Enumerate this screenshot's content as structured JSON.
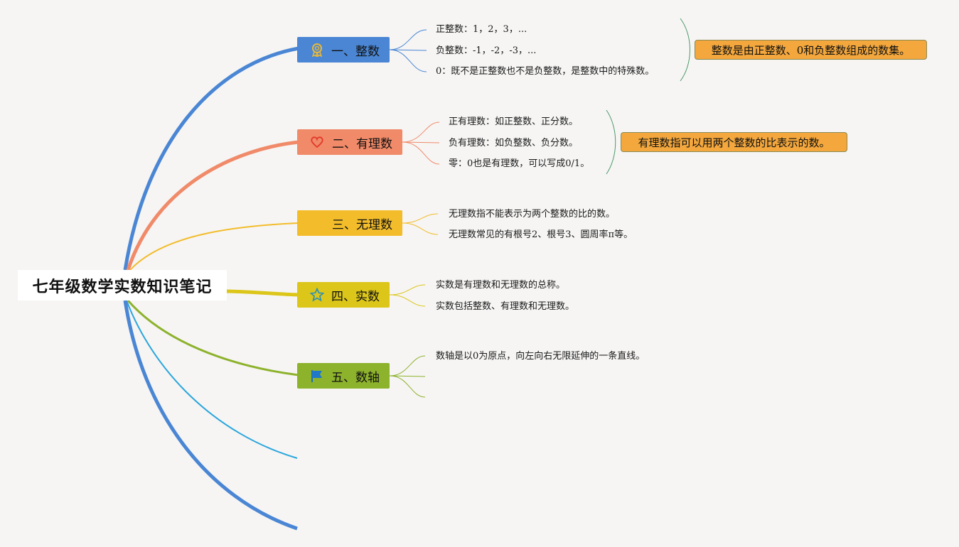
{
  "root": {
    "title": "七年级数学实数知识笔记"
  },
  "branches": [
    {
      "label": "一、整数",
      "icon": "award-ribbon-icon",
      "color": "#4a86d4",
      "children": [
        "正整数：1，2，3，...",
        "负整数：-1，-2，-3，...",
        "0：既不是正整数也不是负整数，是整数中的特殊数。"
      ],
      "summary": "整数是由正整数、0和负整数组成的数集。"
    },
    {
      "label": "二、有理数",
      "icon": "heart-icon",
      "color": "#f08a69",
      "children": [
        "正有理数：如正整数、正分数。",
        "负有理数：如负整数、负分数。",
        "零：0也是有理数，可以写成0/1。"
      ],
      "summary": "有理数指可以用两个整数的比表示的数。"
    },
    {
      "label": "三、无理数",
      "icon": "",
      "color": "#f2bc2a",
      "children": [
        "无理数指不能表示为两个整数的比的数。",
        "无理数常见的有根号2、根号3、圆周率π等。"
      ]
    },
    {
      "label": "四、实数",
      "icon": "star-icon",
      "color": "#dcc61a",
      "children": [
        "实数是有理数和无理数的总称。",
        "实数包括整数、有理数和无理数。"
      ]
    },
    {
      "label": "五、数轴",
      "icon": "flag-icon",
      "color": "#8db22c",
      "children": [
        "数轴是以0为原点，向左向右无限延伸的一条直线。",
        "",
        ""
      ]
    }
  ],
  "colors": {
    "background": "#f6f5f4",
    "summary_fill": "#f3a73d",
    "empty_branch_cyan": "#2ba6dc",
    "empty_branch_blue": "#4a86d4"
  }
}
